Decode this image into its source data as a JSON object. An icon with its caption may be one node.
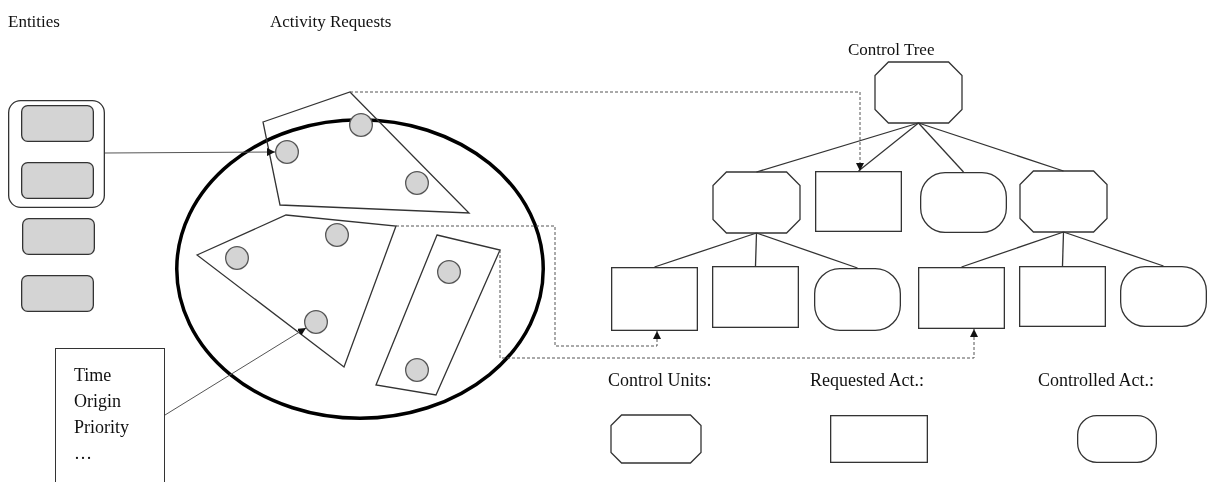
{
  "diagram": {
    "nodes": [
      {
        "text": [],
        "shape": "box"
      },
      {
        "text": [],
        "shape": "box",
        "in": 0
      },
      {
        "text": [],
        "shape": "box",
        "in": 0
      },
      {
        "text": [],
        "shape": "box"
      },
      {
        "text": [],
        "shape": "box"
      },
      {
        "text": [
          "Time",
          "Origin",
          "Priority",
          "…"
        ]
      },
      {
        "text": [],
        "shape": "circle"
      },
      {
        "text": [],
        "shape": "polygon"
      },
      {
        "text": [],
        "shape": "circle"
      },
      {
        "text": [],
        "shape": "circle",
        "in": 7
      },
      {
        "text": [],
        "shape": "circle"
      },
      {
        "text": [],
        "shape": "polygon",
        "in": 6
      },
      {
        "text": [],
        "shape": "circle",
        "in": 11
      },
      {
        "text": [],
        "shape": "circle",
        "in": 11
      },
      {
        "text": [],
        "shape": "circle",
        "in": 11
      },
      {
        "text": [],
        "shape": "polygon",
        "in": 6
      },
      {
        "text": [],
        "shape": "circle",
        "in": 15
      },
      {
        "text": [],
        "shape": "circle",
        "in": 15
      },
      {
        "text": [],
        "shape": "octagon"
      },
      {
        "text": [],
        "shape": "octagon"
      },
      {
        "text": [],
        "shape": "box"
      },
      {
        "text": [],
        "shape": "capsule"
      },
      {
        "text": [],
        "shape": "octagon"
      },
      {
        "text": [],
        "shape": "box"
      },
      {
        "text": [],
        "shape": "box"
      },
      {
        "text": [],
        "shape": "capsule"
      },
      {
        "text": [],
        "shape": "box"
      },
      {
        "text": [],
        "shape": "box"
      },
      {
        "text": [],
        "shape": "capsule"
      },
      {
        "text": [],
        "shape": "octagon"
      },
      {
        "text": [],
        "shape": "box"
      },
      {
        "text": [],
        "shape": "capsule"
      }
    ],
    "edges": [
      {
        "from": 0,
        "to": 8,
        "arrow": "to"
      },
      {
        "from": 5,
        "to": 14,
        "arrow": "to"
      },
      {
        "from": 18,
        "to": 19,
        "arrow": "none"
      },
      {
        "from": 18,
        "to": 20,
        "arrow": "none"
      },
      {
        "from": 18,
        "to": 21,
        "arrow": "none"
      },
      {
        "from": 18,
        "to": 22,
        "arrow": "none"
      },
      {
        "from": 19,
        "to": 23,
        "arrow": "none"
      },
      {
        "from": 19,
        "to": 24,
        "arrow": "none"
      },
      {
        "from": 19,
        "to": 25,
        "arrow": "none"
      },
      {
        "from": 22,
        "to": 26,
        "arrow": "none"
      },
      {
        "from": 22,
        "to": 27,
        "arrow": "none"
      },
      {
        "from": 22,
        "to": 28,
        "arrow": "none"
      },
      {
        "from": 7,
        "to": 20,
        "arrow": "to",
        "style": "dashed"
      },
      {
        "from": 11,
        "to": 23,
        "arrow": "to",
        "style": "dashed"
      },
      {
        "from": 15,
        "to": 26,
        "arrow": "to",
        "style": "dashed"
      }
    ],
    "labels": [
      "Entities",
      "Activity Requests",
      "Control Tree"
    ],
    "legend": [
      {
        "text": "Control Units:"
      },
      {
        "text": "Requested Act.:"
      },
      {
        "text": "Controlled Act.:"
      }
    ]
  }
}
